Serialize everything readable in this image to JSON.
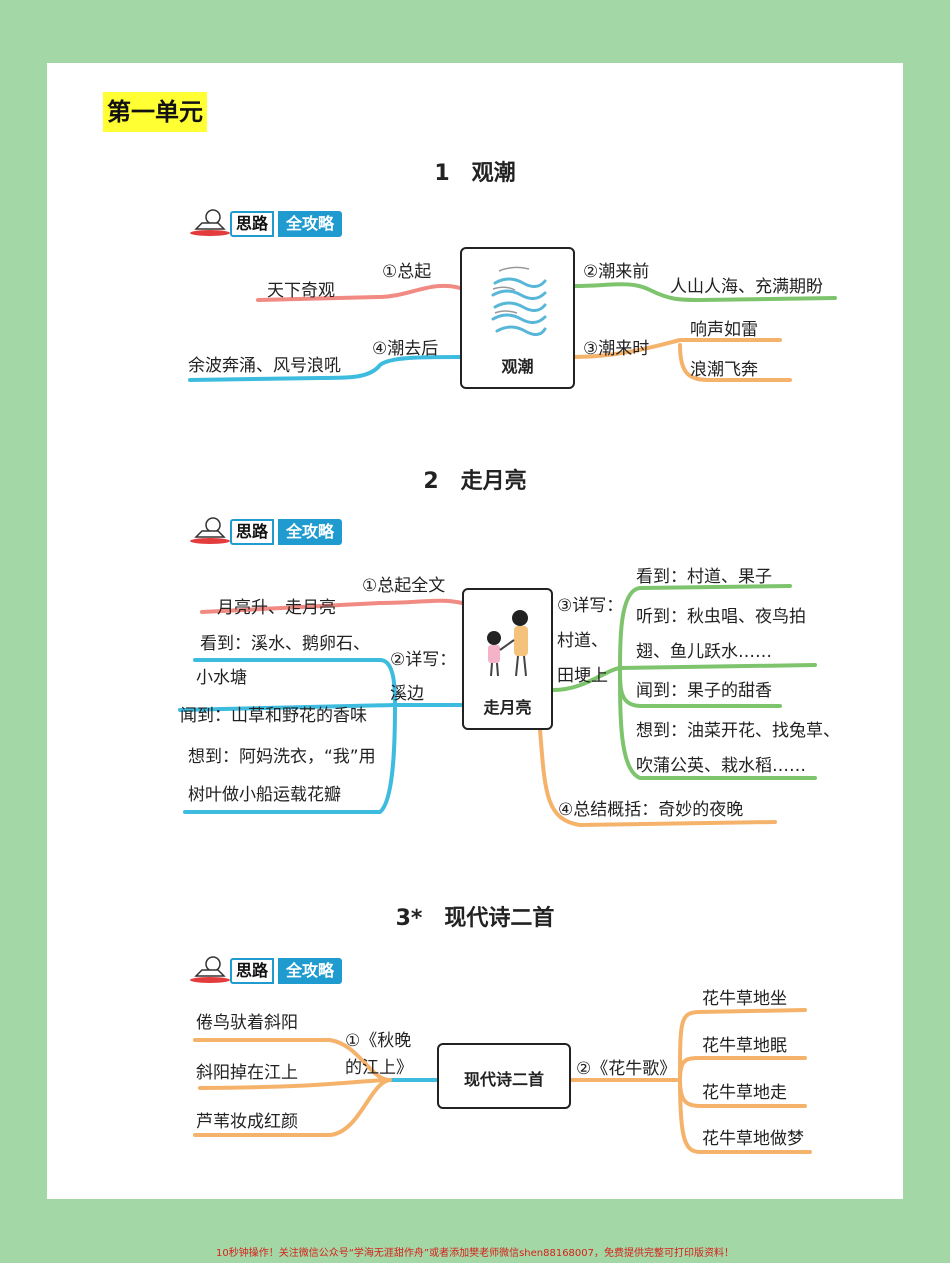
{
  "unit_title": "第一单元",
  "footer": "10秒钟操作！关注微信公众号“学海无涯甜作舟”或者添加樊老师微信shen88168007，免费提供完整可打印版资料！",
  "badge": {
    "part1": "思路",
    "part2": "全攻略"
  },
  "lesson1": {
    "title": "1　观潮",
    "center": "观潮",
    "b1_label": "①总起",
    "b1_leaf": "天下奇观",
    "b2_label": "②潮来前",
    "b2_leaf": "人山人海、充满期盼",
    "b3_label": "③潮来时",
    "b3_leaves": [
      "响声如雷",
      "浪潮飞奔"
    ],
    "b4_label": "④潮去后",
    "b4_leaf": "余波奔涌、风号浪吼"
  },
  "lesson2": {
    "title": "2　走月亮",
    "center": "走月亮",
    "b1_label": "①总起全文",
    "b1_leaf": "月亮升、走月亮",
    "b2_label": [
      "②详写：",
      "溪边"
    ],
    "b2_leaves": [
      [
        "看到：溪水、鹅卵石、",
        "小水塘"
      ],
      [
        "闻到：山草和野花的香味"
      ],
      [
        "想到：阿妈洗衣，“我”用",
        "树叶做小船运载花瓣"
      ]
    ],
    "b3_label": [
      "③详写：",
      "村道、",
      "田埂上"
    ],
    "b3_leaves": [
      [
        "看到：村道、果子"
      ],
      [
        "听到：秋虫唱、夜鸟拍",
        "翅、鱼儿跃水……"
      ],
      [
        "闻到：果子的甜香"
      ],
      [
        "想到：油菜开花、找兔草、",
        "吹蒲公英、栽水稻……"
      ]
    ],
    "b4_label": "④总结概括：奇妙的夜晚"
  },
  "lesson3": {
    "title": "3*　现代诗二首",
    "center": "现代诗二首",
    "b1_label": [
      "①《秋晚",
      "的江上》"
    ],
    "b1_leaves": [
      "倦鸟驮着斜阳",
      "斜阳掉在江上",
      "芦苇妆成红颜"
    ],
    "b2_label": "②《花牛歌》",
    "b2_leaves": [
      "花牛草地坐",
      "花牛草地眠",
      "花牛草地走",
      "花牛草地做梦"
    ]
  },
  "colors": {
    "red": "#f08a82",
    "green": "#7dc46d",
    "orange": "#f5b26b",
    "blue": "#3dbce0",
    "badge_blue": "#1f9bd0",
    "bg": "#a3d7a6",
    "highlight": "#ffff33"
  }
}
